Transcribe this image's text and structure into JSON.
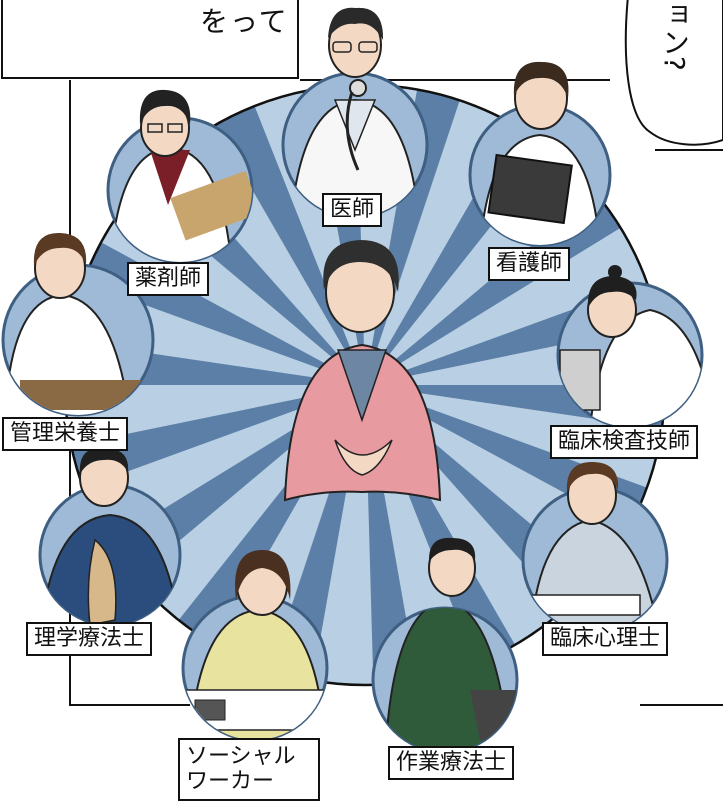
{
  "top_left_caption": "をって",
  "top_right_speech": "ョン?",
  "center_figure": "patient",
  "roles": {
    "doctor": "医師",
    "pharmacist": "薬剤師",
    "nurse": "看護師",
    "dietitian": "管理栄養士",
    "lab_technician": "臨床検査技師",
    "physical_therapist": "理学療法士",
    "psychologist": "臨床心理士",
    "social_worker": "ソーシャルワーカー",
    "occupational_therapist": "作業療法士"
  },
  "colors": {
    "ray_dark": "#5b7fa6",
    "ray_light": "#b9cfe3",
    "circle_fill": "#9fbad6",
    "circle_rim": "#3f5f82",
    "skin": "#f3d9c4",
    "patient_cardigan": "#e79aa0",
    "pharmacist_shirt": "#7a1f28",
    "pt_uniform": "#2b4d7d",
    "ot_polo": "#2f5b3a",
    "sw_sweater": "#e8e4a0",
    "psych_top": "#c9d4de"
  }
}
